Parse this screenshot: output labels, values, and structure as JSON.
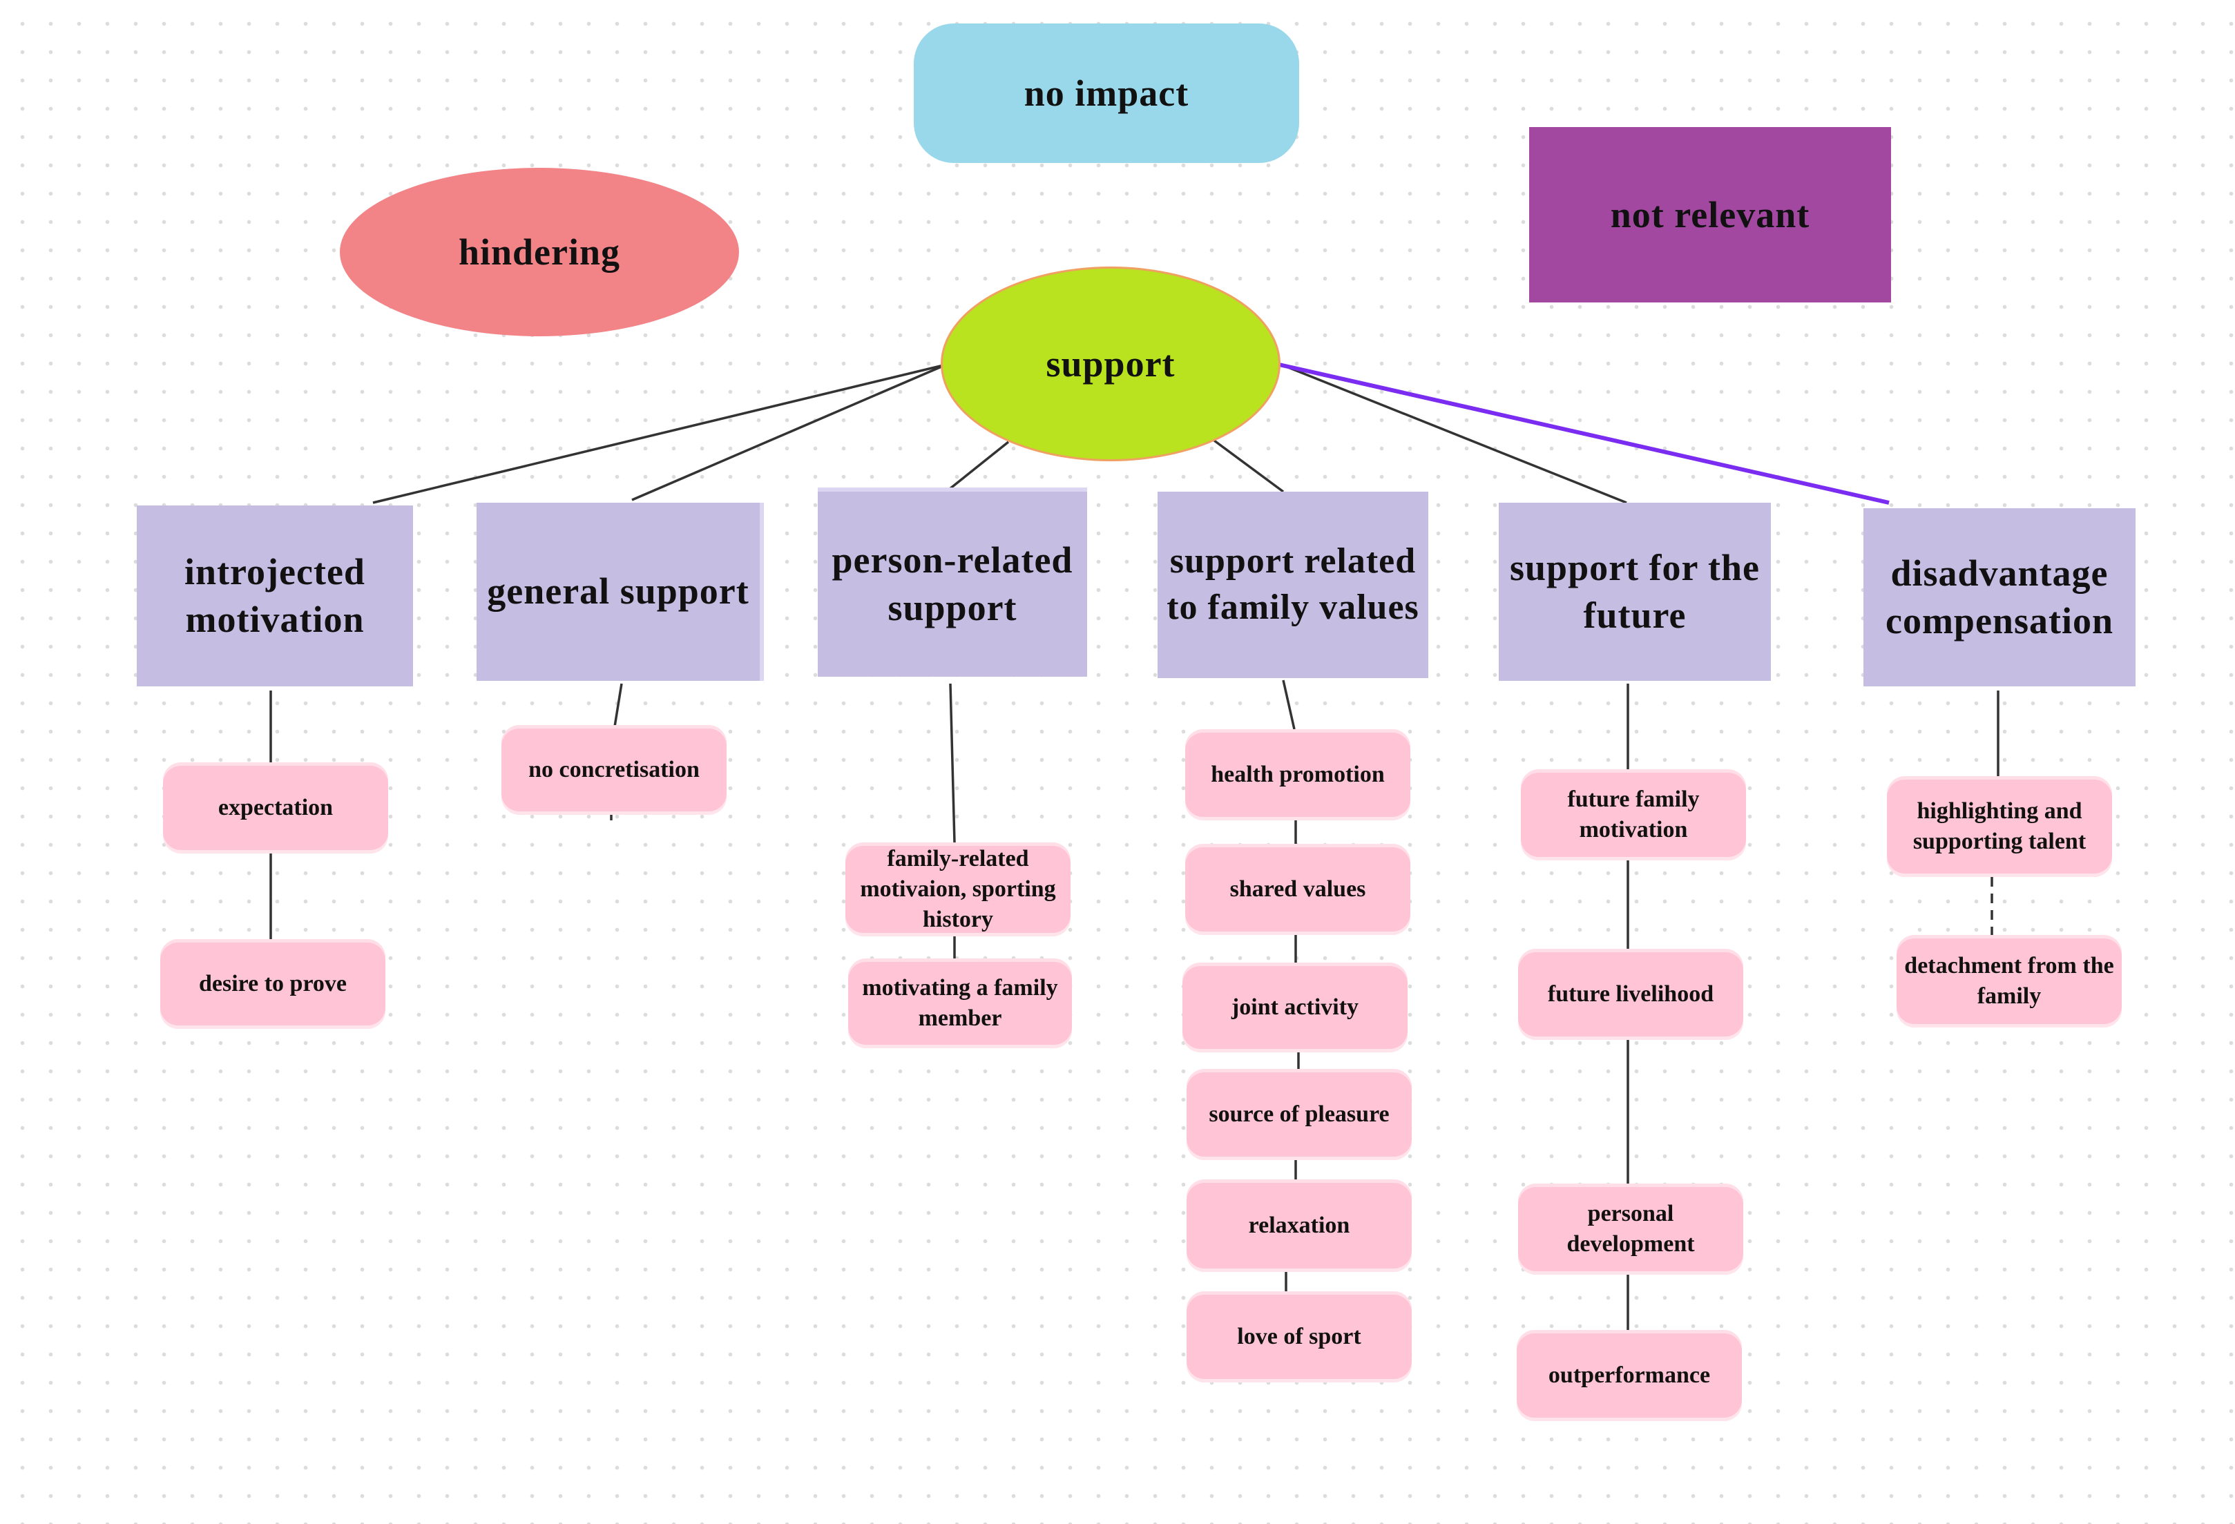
{
  "legend": {
    "no_impact": "no impact",
    "hindering": "hindering",
    "not_relevant": "not relevant"
  },
  "root": {
    "label": "support"
  },
  "categories": [
    {
      "id": "introjected",
      "label": "introjected motivation",
      "children": [
        "expectation",
        "desire to prove"
      ]
    },
    {
      "id": "general",
      "label": "general support",
      "children": [
        "no concretisation"
      ]
    },
    {
      "id": "person",
      "label": "person-related support",
      "children": [
        "family-related motivaion, sporting history",
        "motivating a family member"
      ]
    },
    {
      "id": "family-values",
      "label": "support related to family values",
      "children": [
        "health promotion",
        "shared values",
        "joint activity",
        "source of pleasure",
        "relaxation",
        "love of sport"
      ]
    },
    {
      "id": "future",
      "label": "support for the future",
      "children": [
        "future family motivation",
        "future livelihood",
        "personal development",
        "outperformance"
      ]
    },
    {
      "id": "disadvantage",
      "label": "disadvantage compensation",
      "children": [
        "highlighting and supporting talent",
        "detachment from the family"
      ]
    }
  ],
  "colors": {
    "no_impact": "#98d8ea",
    "hindering": "#f28488",
    "not_relevant": "#a348a1",
    "support": "#b8e31e",
    "category": "#c6bde3",
    "leaf": "#ffc4d6",
    "highlight_edge": "#7a2cf0"
  }
}
